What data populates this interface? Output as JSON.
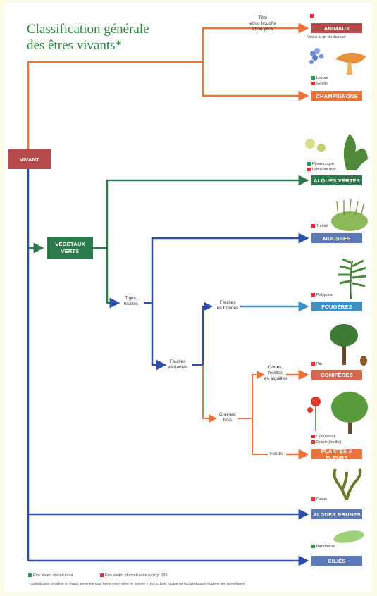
{
  "title_line1": "Classification générale",
  "title_line2": "des êtres vivants*",
  "nodes": {
    "vivant": "VIVANT",
    "vegetaux_verts_1": "VÉGÉTAUX",
    "vegetaux_verts_2": "VERTS",
    "animaux": "ANIMAUX",
    "champignons": "CHAMPIGNONS",
    "algues_vertes": "ALGUES VERTES",
    "mousses": "MOUSSES",
    "fougeres": "FOUGÈRES",
    "coniferes": "CONIFÈRES",
    "plantes_a_fleurs": "PLANTES À FLEURS",
    "algues_brunes": "ALGUES BRUNES",
    "cilies": "CILIÉS"
  },
  "branch_labels": {
    "tete": "Tête\net/ou bouche\net/ou yeux",
    "tiges": "Tiges,\nfeuilles",
    "feuilles_frondes": "Feuilles\nen frondes",
    "feuilles_veritables": "Feuilles\nvéritables",
    "cones": "Cônes,\nfeuilles\nen aiguilles",
    "graines": "Graines,\nbois",
    "fleurs": "Fleurs"
  },
  "animaux_note": "Voir à la fin du manuel",
  "species": {
    "levure": "Levure",
    "girolle": "Girolle",
    "pleurocoque": "Pleurocoque",
    "laitue": "Laitue de mer",
    "tortule": "Tortule",
    "polypode": "Polypode",
    "pin": "Pin",
    "coquelicot": "Coquelicot",
    "erable": "Érable (feuillu)",
    "fucus": "Fucus",
    "paramecie": "Paramécie"
  },
  "legend": {
    "uni": "Être vivant unicellulaire",
    "pluri": "Être vivant pluricellulaire (voir p. 195)",
    "footnote": "* Classification simplifiée du vivant, présentée sous forme d'un « arbre de parenté » (voir p. 184), fondée sur la classification moderne des scientifiques."
  },
  "colors": {
    "orange": "#e8743b",
    "green": "#2a7a4c",
    "blue": "#2c4fa8",
    "red_box": "#b44a4a"
  },
  "icons": [
    "sheep-icon",
    "yeast-icon",
    "mushroom-icon",
    "green-algae-icon",
    "sea-lettuce-icon",
    "moss-icon",
    "fern-icon",
    "pine-icon",
    "poppy-icon",
    "maple-icon",
    "fucus-icon",
    "paramecium-icon"
  ]
}
